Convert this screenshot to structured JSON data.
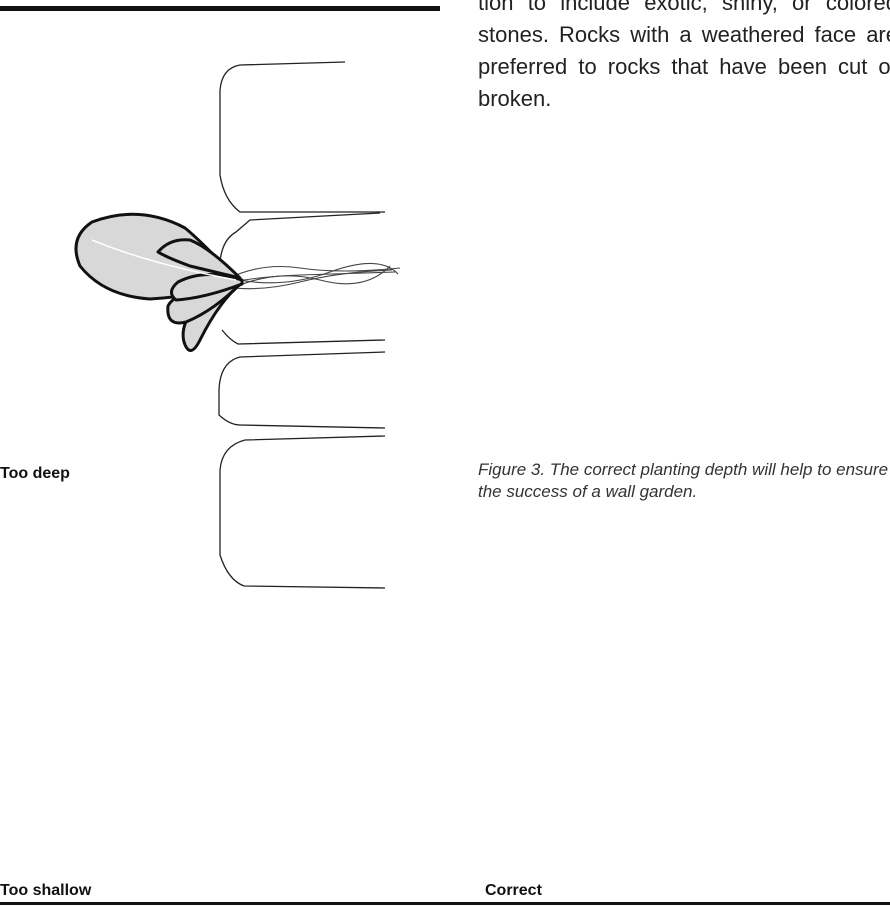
{
  "body_text": "tion to include exotic, shiny, or colored stones. Rocks with a weathered face are preferred to rocks that have been cut or broken.",
  "figure": {
    "caption": "Figure 3. The correct planting depth will help to ensure the success of a wall garden.",
    "panels": [
      {
        "label": "Too deep"
      },
      {
        "label": "Too shallow"
      },
      {
        "label": "Correct"
      }
    ]
  },
  "colors": {
    "plant_fill": "#d8d8d8",
    "outline": "#111111"
  }
}
